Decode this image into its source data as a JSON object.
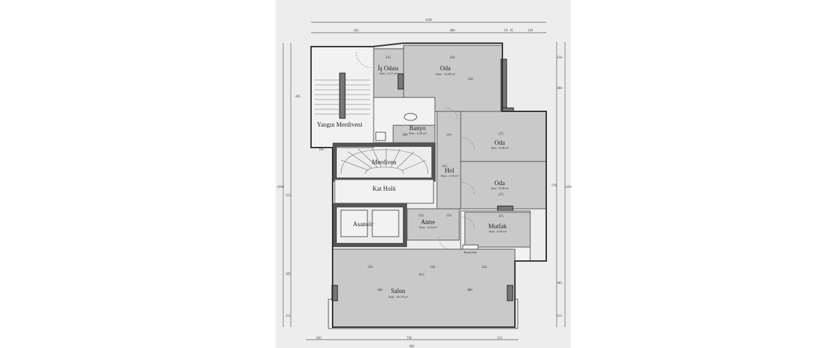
{
  "rooms": {
    "yangin": {
      "label": "Yangın Merdiveni"
    },
    "is_odasi": {
      "label": "İş Odası",
      "area": "Alan : 5,17 m²"
    },
    "oda1": {
      "label": "Oda",
      "area": "Alan : 15,00 m²"
    },
    "banyo": {
      "label": "Banyo",
      "area": "Alan : 4,20 m²"
    },
    "oda2": {
      "label": "Oda",
      "area": "Alan : 9,00 m²"
    },
    "oda3": {
      "label": "Oda",
      "area": "Alan : 9,00 m²"
    },
    "hol": {
      "label": "Hol",
      "area": "Alan : 4,36 m²"
    },
    "merdiven": {
      "label": "Merdiven"
    },
    "kat_holu": {
      "label": "Kat Holü"
    },
    "asansor": {
      "label": "Asansör"
    },
    "antre": {
      "label": "Antre",
      "area": "Alan : 3,43 m²"
    },
    "mutfak": {
      "label": "Mutfak",
      "area": "Alan : 9,00 m²"
    },
    "buzdolabi": {
      "label": "Buzdolabı"
    },
    "salon": {
      "label": "Salon",
      "area": "Alan : 30,79 m²"
    }
  },
  "dimensions": {
    "top_total": "1100",
    "top_a": "425",
    "top_b": "480",
    "top_c": "10",
    "top_d": "35",
    "top_e": "130",
    "oda_w": "450",
    "is_w": "135",
    "banyo_w": "280",
    "hol_w": "110",
    "oda2_w": "375",
    "oda3_w": "375",
    "mutfak_w": "375",
    "antre_w": "135",
    "antre_w2": "110",
    "hol_h": "415",
    "yangin_h": "495",
    "left_total": "1030",
    "left_mid": "555",
    "left_b": "205",
    "left_c": "115",
    "right_total": "1230",
    "right_a": "150",
    "right_b": "300",
    "right_c": "770",
    "right_d": "185",
    "right_e": "115",
    "stair_w": "185",
    "salon_a": "335",
    "salon_b": "245",
    "salon_c": "235",
    "salon_w": "815",
    "salon_h1": "380",
    "salon_h2": "380",
    "bottom_a": "105",
    "bottom_b": "730",
    "bottom_c": "115",
    "bottom_total": "965",
    "oda_h": "350"
  }
}
